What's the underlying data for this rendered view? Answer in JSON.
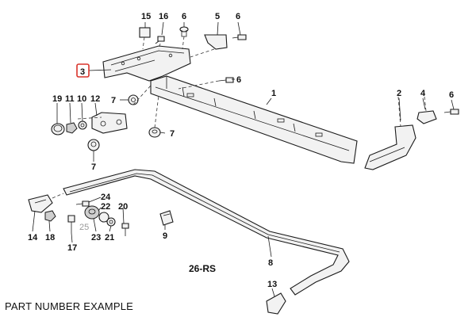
{
  "labels": {
    "p15": "15",
    "p16": "16",
    "p6a": "6",
    "p5": "5",
    "p6b": "6",
    "p3": "3",
    "p6c": "6",
    "p1": "1",
    "p2": "2",
    "p4": "4",
    "p6d": "6",
    "p19": "19",
    "p11": "11",
    "p10": "10",
    "p12": "12",
    "p7a": "7",
    "p7b": "7",
    "p7c": "7",
    "p24": "24",
    "p22": "22",
    "p20": "20",
    "p25": "25",
    "p14": "14",
    "p18": "18",
    "p17": "17",
    "p23": "23",
    "p21": "21",
    "p9": "9",
    "p8": "8",
    "p13": "13"
  },
  "diagram_code": "26-RS",
  "caption": "PART NUMBER EXAMPLE",
  "highlight_color": "#d9342b"
}
